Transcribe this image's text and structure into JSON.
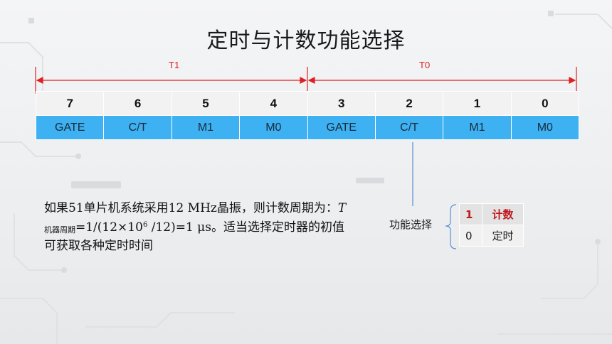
{
  "title": "定时与计数功能选择",
  "spans": {
    "t1_label": "T1",
    "t0_label": "T0"
  },
  "register": {
    "bits": [
      "7",
      "6",
      "5",
      "4",
      "3",
      "2",
      "1",
      "0"
    ],
    "names": [
      "GATE",
      "C/T",
      "M1",
      "M0",
      "GATE",
      "C/T",
      "M1",
      "M0"
    ]
  },
  "paragraph": {
    "part1": "如果51单片机系统采用12 MHz晶振，则计数周期为：",
    "t_symbol": "T",
    "t_sub": "机器周期",
    "part2": "=1/(12×10",
    "exponent": "6",
    "part3": " /12)=1 μs。适当选择定时器的初值可获取各种定时时间"
  },
  "function_select": {
    "label": "功能选择",
    "rows": [
      {
        "value": "1",
        "meaning": "计数"
      },
      {
        "value": "0",
        "meaning": "定时"
      }
    ]
  },
  "colors": {
    "accent_blue": "#3db1f1",
    "red": "#e02020",
    "dark_red": "#c0191c"
  }
}
